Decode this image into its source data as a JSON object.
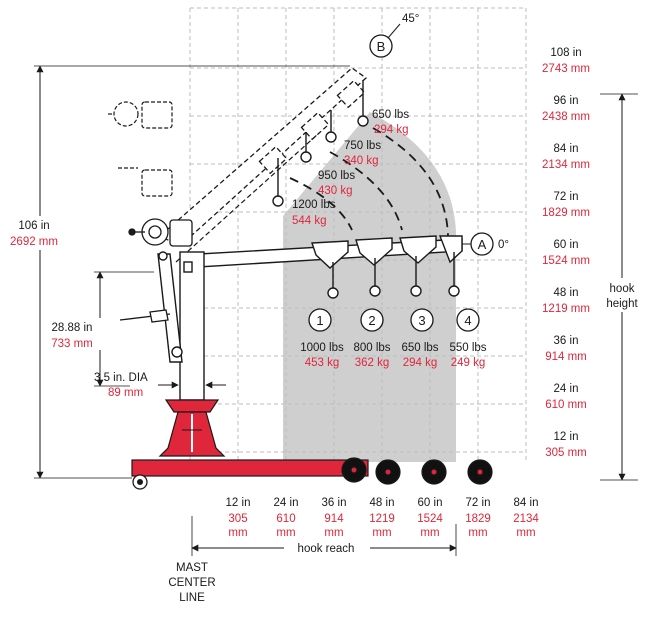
{
  "colors": {
    "accent": "#e0263b",
    "ink": "#1a1a1a",
    "zone": "#cfcfcf",
    "grid": "#bdbdbd"
  },
  "angles": {
    "top": "45°",
    "level": "0°"
  },
  "markers": {
    "b": "B",
    "a": "A"
  },
  "boom_raised": [
    {
      "lbs": "650 lbs",
      "kg": "294 kg"
    },
    {
      "lbs": "750 lbs",
      "kg": "340 kg"
    },
    {
      "lbs": "950 lbs",
      "kg": "430 kg"
    },
    {
      "lbs": "1200 lbs",
      "kg": "544 kg"
    }
  ],
  "boom_level": [
    {
      "num": "1",
      "lbs": "1000 lbs",
      "kg": "453 kg"
    },
    {
      "num": "2",
      "lbs": "800 lbs",
      "kg": "362 kg"
    },
    {
      "num": "3",
      "lbs": "650 lbs",
      "kg": "294 kg"
    },
    {
      "num": "4",
      "lbs": "550 lbs",
      "kg": "249 kg"
    }
  ],
  "height_scale": [
    {
      "in": "108 in",
      "mm": "2743 mm"
    },
    {
      "in": "96 in",
      "mm": "2438 mm"
    },
    {
      "in": "84 in",
      "mm": "2134 mm"
    },
    {
      "in": "72 in",
      "mm": "1829 mm"
    },
    {
      "in": "60 in",
      "mm": "1524 mm"
    },
    {
      "in": "48 in",
      "mm": "1219 mm"
    },
    {
      "in": "36 in",
      "mm": "914 mm"
    },
    {
      "in": "24 in",
      "mm": "610 mm"
    },
    {
      "in": "12 in",
      "mm": "305 mm"
    }
  ],
  "reach_scale": [
    {
      "in": "12 in",
      "mm": "305",
      "unit": "mm"
    },
    {
      "in": "24 in",
      "mm": "610",
      "unit": "mm"
    },
    {
      "in": "36 in",
      "mm": "914",
      "unit": "mm"
    },
    {
      "in": "48 in",
      "mm": "1219",
      "unit": "mm"
    },
    {
      "in": "60 in",
      "mm": "1524",
      "unit": "mm"
    },
    {
      "in": "72 in",
      "mm": "1829",
      "unit": "mm"
    },
    {
      "in": "84 in",
      "mm": "2134",
      "unit": "mm"
    }
  ],
  "hook_height": {
    "line1": "hook",
    "line2": "height"
  },
  "hook_reach": "hook reach",
  "overall_height": {
    "in": "106 in",
    "mm": "2692 mm"
  },
  "leg_height": {
    "in": "28.88 in",
    "mm": "733 mm"
  },
  "mast_dia": {
    "in": "3.5 in. DIA",
    "mm": "89 mm"
  },
  "mast_center": {
    "l1": "MAST",
    "l2": "CENTER",
    "l3": "LINE"
  }
}
